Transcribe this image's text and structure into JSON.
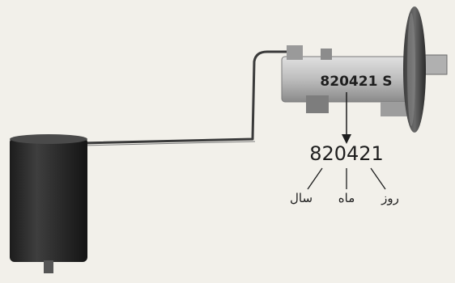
{
  "diagram": {
    "part_stamp": "820421 S",
    "code": "820421",
    "labels": {
      "year": "سال",
      "month": "ماه",
      "day": "روز"
    },
    "colors": {
      "background": "#f2f0ea",
      "ink": "#1e1e1e",
      "float": "#2b2b2b",
      "metal_light": "#c9c9c9",
      "metal_dark": "#6d6d6d"
    }
  }
}
